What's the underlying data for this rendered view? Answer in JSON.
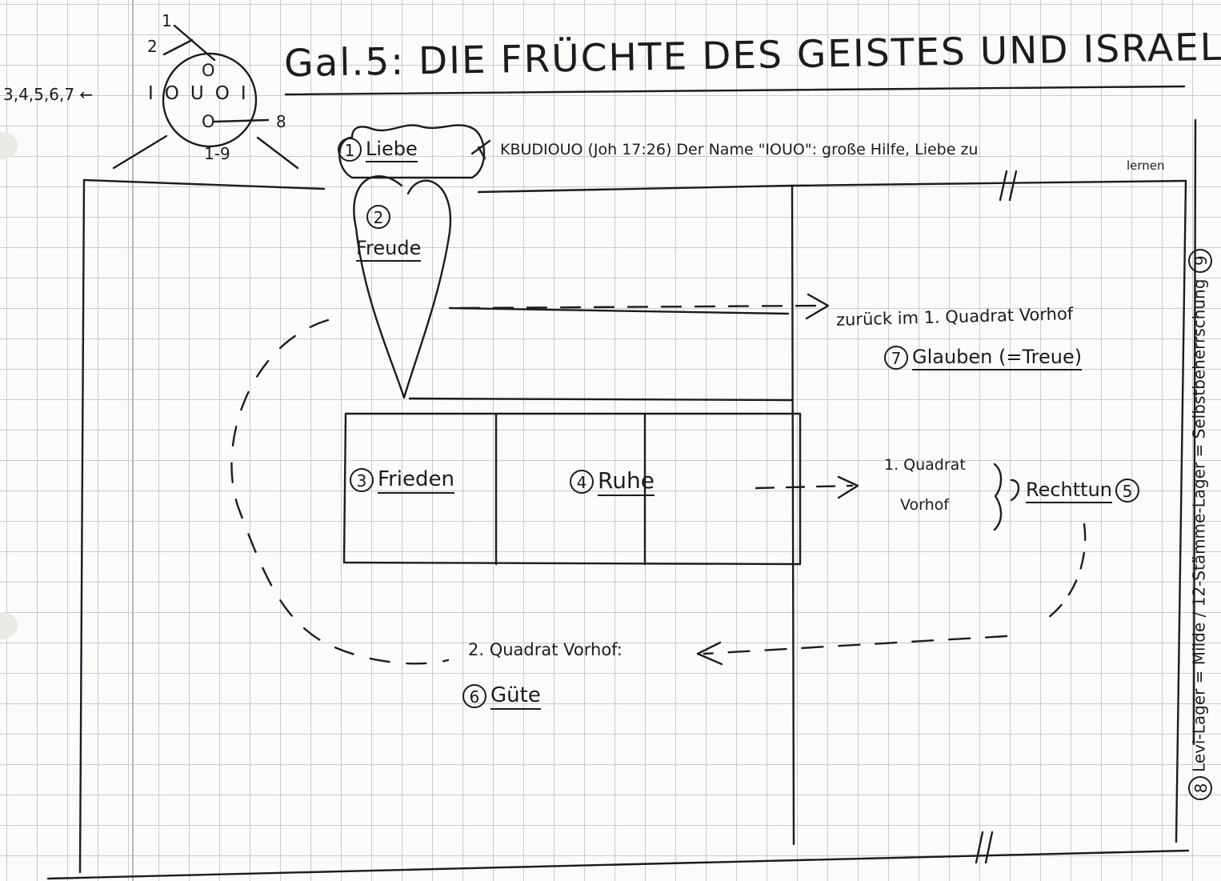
{
  "title": "Gal.5: DIE FRÜCHTE DES GEISTES UND ISRAEL",
  "emblem": {
    "num1": "1",
    "num2": "2",
    "top_letter": "O",
    "row_label": "3,4,5,6,7 ←",
    "row_letters": [
      "I",
      "O",
      "U",
      "O",
      "I"
    ],
    "bottom_letter": "O",
    "num8": "8",
    "num9": "1-9"
  },
  "liebe": {
    "number": "1",
    "label": "Liebe",
    "annotation": "KBUDIOUO (Joh 17:26) Der Name \"IOUO\": große Hilfe, Liebe zu",
    "annotation_cont": "lernen"
  },
  "freude": {
    "number": "2",
    "label": "Freude"
  },
  "glauben": {
    "note": "zurück im 1. Quadrat Vorhof",
    "number": "7",
    "label": "Glauben (=Treue)"
  },
  "frieden": {
    "number": "3",
    "label": "Frieden"
  },
  "ruhe": {
    "number": "4",
    "label": "Ruhe"
  },
  "vorhof1": {
    "line1": "1. Quadrat",
    "line2": "Vorhof"
  },
  "rechttun": {
    "number": "5",
    "label": "Rechttun"
  },
  "vorhof2": {
    "label": "2. Quadrat Vorhof:"
  },
  "guete": {
    "number": "6",
    "label": "Güte"
  },
  "side": {
    "number8": "8",
    "text": "Levi-Lager = Milde / 12-Stämme-Lager = Selbstbeherrschung",
    "number9": "9"
  }
}
